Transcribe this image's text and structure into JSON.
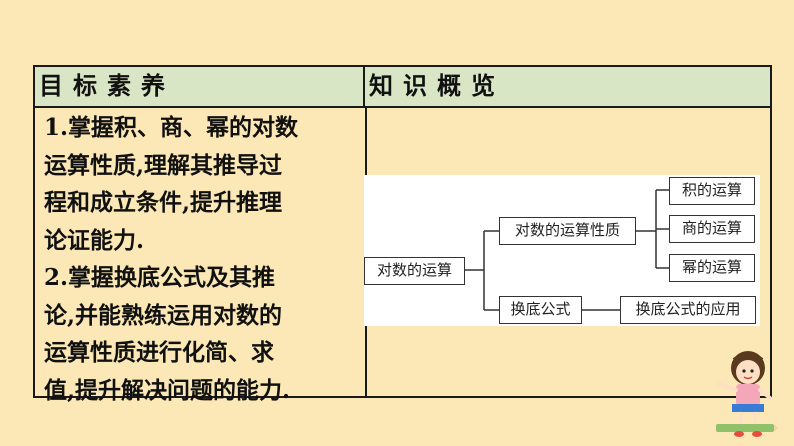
{
  "table": {
    "header_left": "目标素养",
    "header_right": "知识概览",
    "goals": [
      "1.掌握积、商、幂的对数",
      "运算性质,理解其推导过",
      "程和成立条件,提升推理",
      "论证能力.",
      "2.掌握换底公式及其推",
      "论,并能熟练运用对数的",
      "运算性质进行化简、求",
      "值,提升解决问题的能力."
    ]
  },
  "diagram": {
    "root": "对数的运算",
    "branch1": "对数的运算性质",
    "leaves": [
      "积的运算",
      "商的运算",
      "幂的运算"
    ],
    "branch2": "换底公式",
    "branch2_leaf": "换底公式的应用"
  },
  "colors": {
    "background": "#fbe8b6",
    "header_fill": "#d9e6c5",
    "border": "#1a1a1a"
  }
}
